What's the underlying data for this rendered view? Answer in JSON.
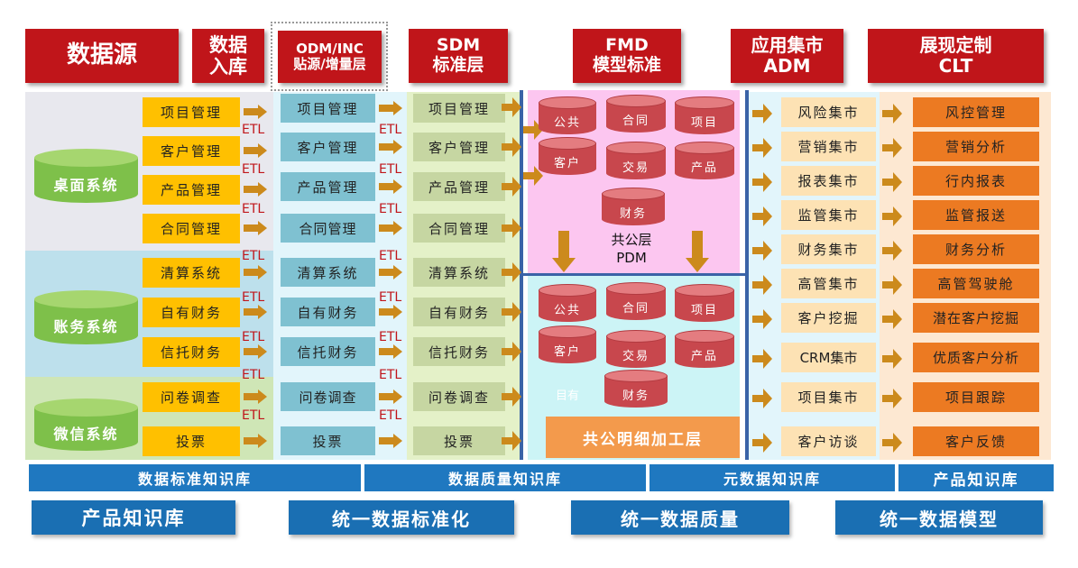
{
  "headers": {
    "source": "数据源",
    "ingest_l1": "数据",
    "ingest_l2": "入库",
    "odm_l1": "ODM/INC",
    "odm_l2": "贴源/增量层",
    "sdm_l1": "SDM",
    "sdm_l2": "标准层",
    "fmd_l1": "FMD",
    "fmd_l2": "模型标准",
    "adm_l1": "应用集市",
    "adm_l2": "ADM",
    "clt_l1": "展现定制",
    "clt_l2": "CLT"
  },
  "source_systems": [
    "桌面系统",
    "账务系统",
    "微信系统"
  ],
  "source_items": [
    "项目管理",
    "客户管理",
    "产品管理",
    "合同管理",
    "清算系统",
    "自有财务",
    "信托财务",
    "问卷调查",
    "投票"
  ],
  "etl_label": "ETL",
  "odm_items": [
    "项目管理",
    "客户管理",
    "产品管理",
    "合同管理",
    "清算系统",
    "自有财务",
    "信托财务",
    "问卷调查",
    "投票"
  ],
  "sdm_items": [
    "项目管理",
    "客户管理",
    "产品管理",
    "合同管理",
    "清算系统",
    "自有财务",
    "信托财务",
    "问卷调查",
    "投票"
  ],
  "fmd": {
    "pdm_cylinders": [
      "公共",
      "合同",
      "项目",
      "客户",
      "交易",
      "产品",
      "财务"
    ],
    "pdm_l1": "共公层",
    "pdm_l2": "PDM",
    "detail_cylinders": [
      "公共",
      "合同",
      "项目",
      "客户",
      "交易",
      "产品",
      "财务"
    ],
    "detail_faint": "目有",
    "detail_label": "共公明细加工层"
  },
  "adm_items": [
    "风险集市",
    "营销集市",
    "报表集市",
    "监管集市",
    "财务集市",
    "高管集市",
    "客户挖掘",
    "CRM集市",
    "项目集市",
    "客户访谈"
  ],
  "clt_items": [
    "风控管理",
    "营销分析",
    "行内报表",
    "监管报送",
    "财务分析",
    "高管驾驶舱",
    "潜在客户挖掘",
    "优质客户分析",
    "项目跟踪",
    "客户反馈"
  ],
  "knowledge_bar": [
    "数据标准知识库",
    "数据质量知识库",
    "元数据知识库",
    "产品知识库"
  ],
  "bottom_buttons": [
    "产品知识库",
    "统一数据标准化",
    "统一数据质量",
    "统一数据模型"
  ],
  "colors": {
    "header_red": "#c0151a",
    "source_orange": "#ffc000",
    "odm_blue": "#7fc1d1",
    "sdm_green": "#c6d6a2",
    "cylinder_red": "#c8474d",
    "system_green": "#7ec04a",
    "mart_cream": "#fde2b4",
    "clt_orange": "#ec7a22",
    "kb_blue": "#1f78c0"
  }
}
